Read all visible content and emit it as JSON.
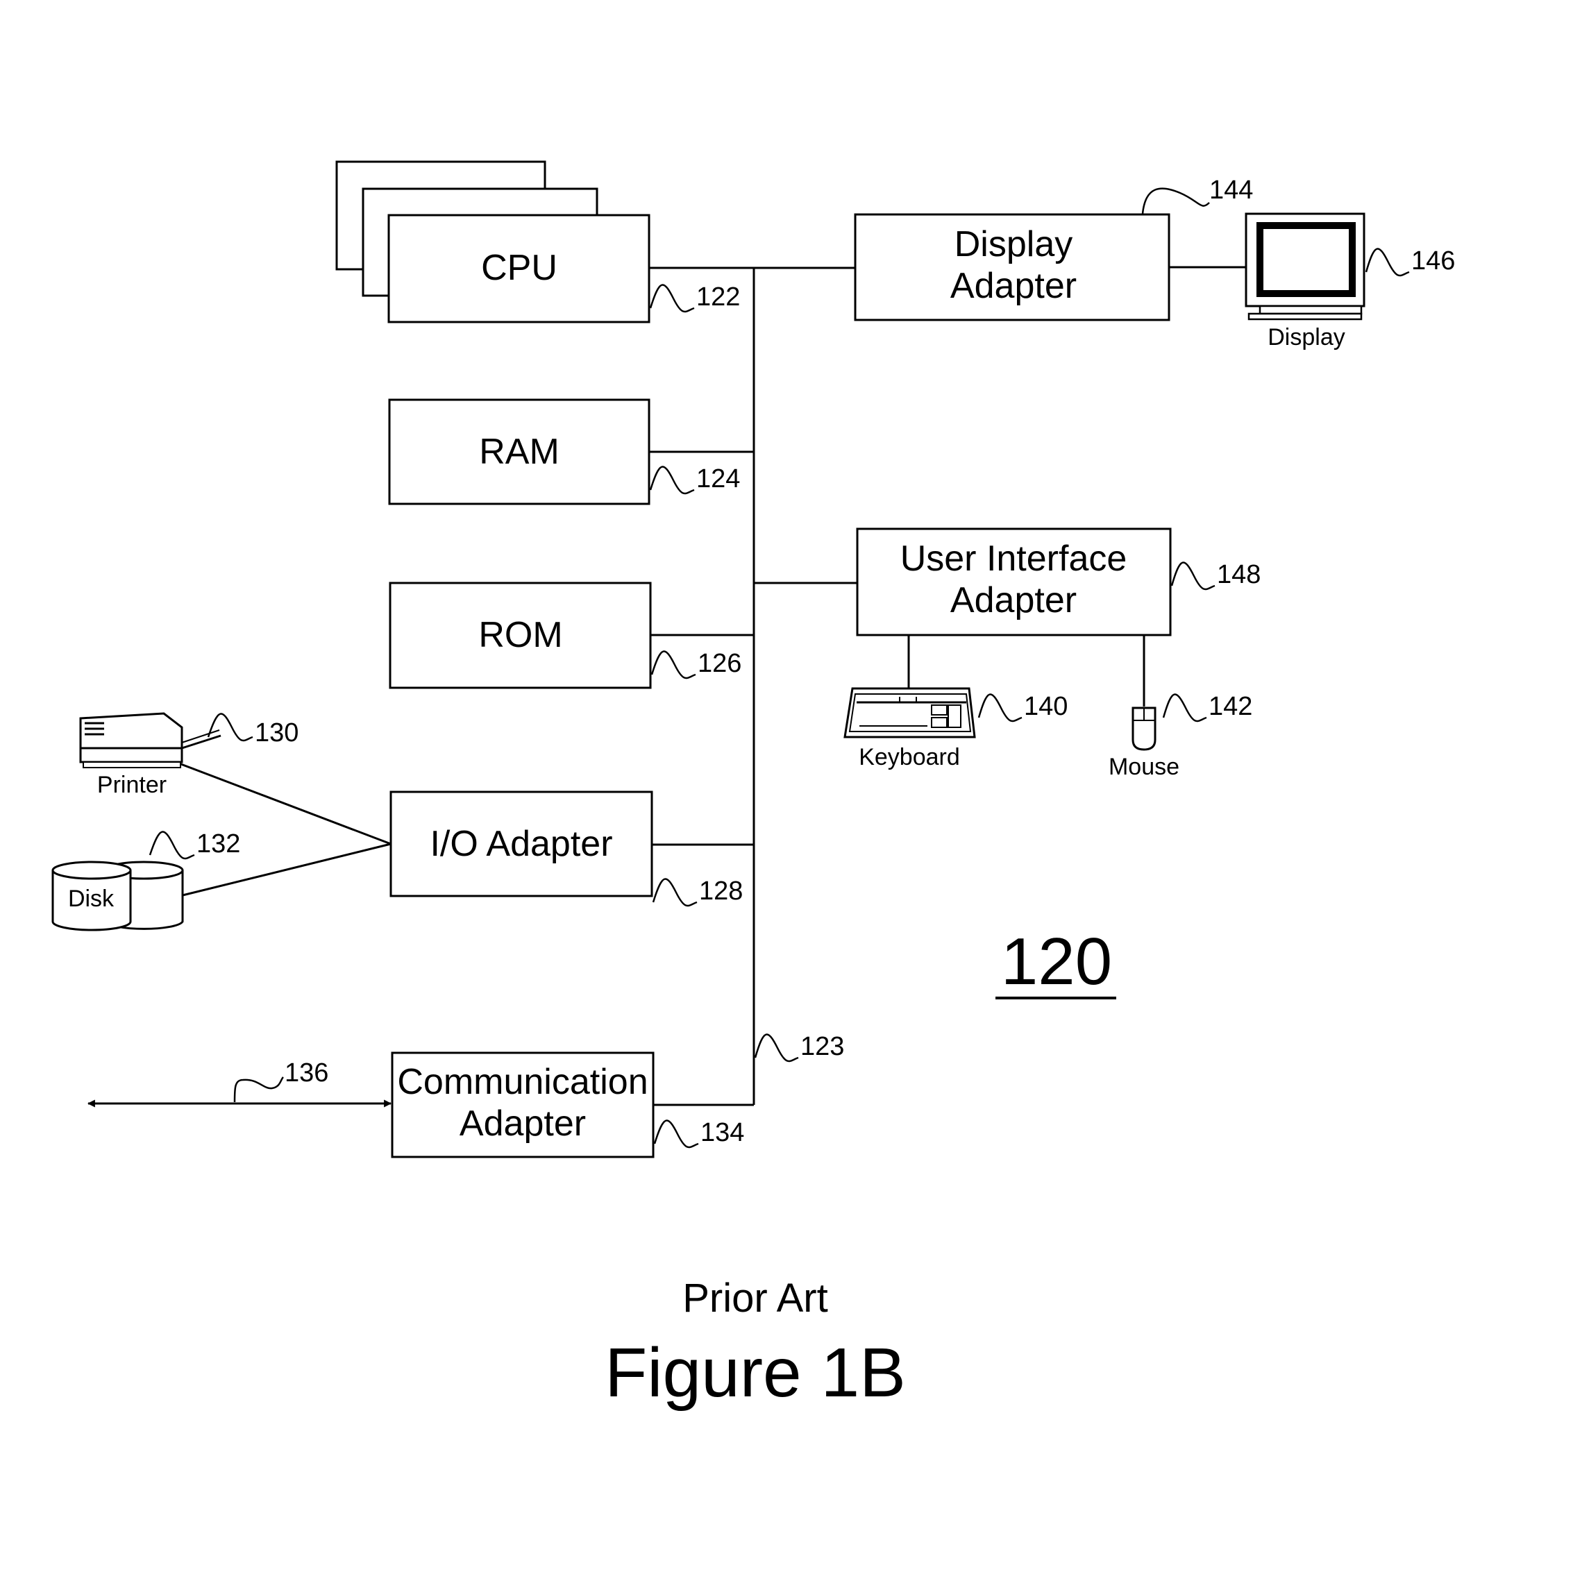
{
  "boxes": {
    "cpu": "CPU",
    "ram": "RAM",
    "rom": "ROM",
    "io_adapter": "I/O Adapter",
    "comm_adapter": [
      "Communication",
      "Adapter"
    ],
    "display_adapter": [
      "Display",
      "Adapter"
    ],
    "ui_adapter": [
      "User Interface",
      "Adapter"
    ]
  },
  "devices": {
    "display": "Display",
    "keyboard": "Keyboard",
    "mouse": "Mouse",
    "printer": "Printer",
    "disk": "Disk"
  },
  "refs": {
    "cpu": "122",
    "bus": "123",
    "ram": "124",
    "rom": "126",
    "io": "128",
    "printer": "130",
    "disk": "132",
    "comm": "134",
    "network": "136",
    "keyboard": "140",
    "mouse": "142",
    "display_adapter": "144",
    "display": "146",
    "ui_adapter": "148"
  },
  "system_number": "120",
  "caption": {
    "prior_art": "Prior Art",
    "figure": "Figure 1B"
  }
}
